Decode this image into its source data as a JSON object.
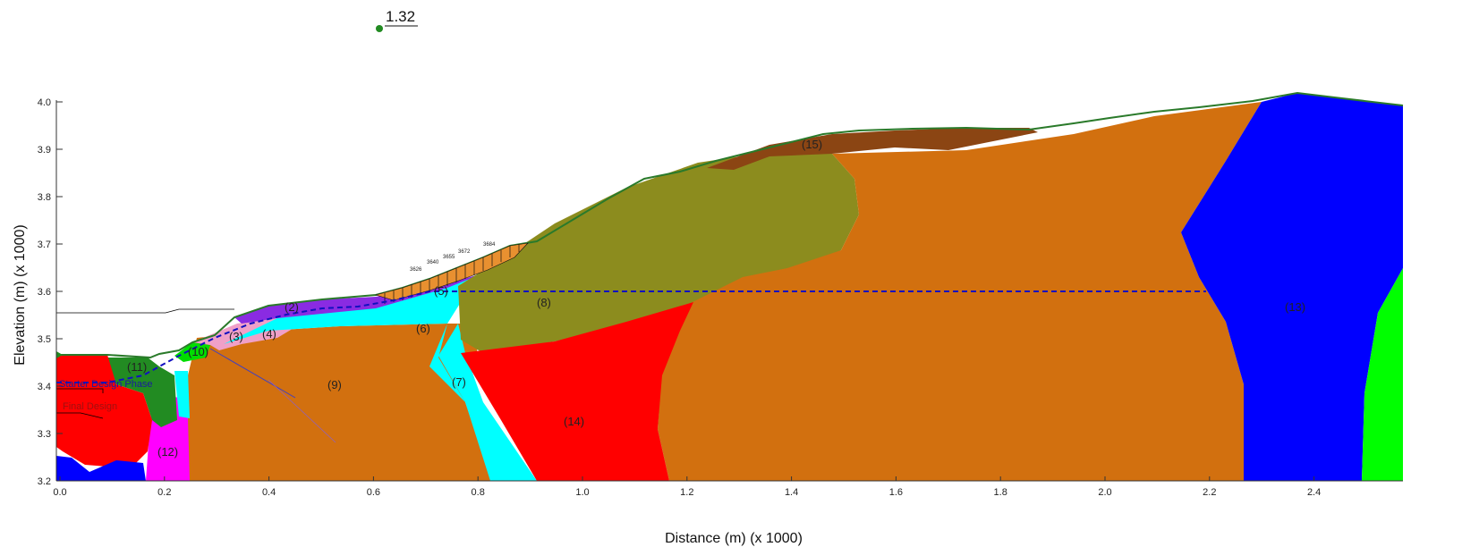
{
  "factor_of_safety": "1.32",
  "axes": {
    "xlabel": "Distance (m) (x  1000)",
    "ylabel": "Elevation (m) (x  1000)",
    "xticks": [
      "0.0",
      "0.2",
      "0.4",
      "0.6",
      "0.8",
      "1.0",
      "1.2",
      "1.4",
      "1.6",
      "1.8",
      "2.0",
      "2.2",
      "2.4"
    ],
    "yticks": [
      "3.2",
      "3.3",
      "3.4",
      "3.5",
      "3.6",
      "3.7",
      "3.8",
      "3.9",
      "4.0"
    ]
  },
  "regions": [
    {
      "id": "2",
      "label": "(2)"
    },
    {
      "id": "3",
      "label": "(3)"
    },
    {
      "id": "4",
      "label": "(4)"
    },
    {
      "id": "5",
      "label": "(5)"
    },
    {
      "id": "6",
      "label": "(6)"
    },
    {
      "id": "7",
      "label": "(7)"
    },
    {
      "id": "8",
      "label": "(8)"
    },
    {
      "id": "9",
      "label": "(9)"
    },
    {
      "id": "10",
      "label": "(10)"
    },
    {
      "id": "11",
      "label": "(11)"
    },
    {
      "id": "12",
      "label": "(12)"
    },
    {
      "id": "13",
      "label": "(13)"
    },
    {
      "id": "14",
      "label": "(14)"
    },
    {
      "id": "15",
      "label": "(15)"
    }
  ],
  "annotations": {
    "starter_design": "Starter Design Phase",
    "final_design": "Final Design",
    "slice_labels": [
      "3626",
      "3640",
      "3655",
      "3672",
      "3684"
    ]
  },
  "colors": {
    "orange": "#d2700f",
    "olive": "#8c8c1e",
    "cyan": "#00ffff",
    "red": "#ff0000",
    "blue": "#0000ff",
    "green": "#00ff00",
    "dark_green": "#228b22",
    "magenta": "#ff00ff",
    "purple": "#8a2be2",
    "pink": "#f0a0c8",
    "brown": "#8b4513",
    "water_table": "#1010c0"
  }
}
